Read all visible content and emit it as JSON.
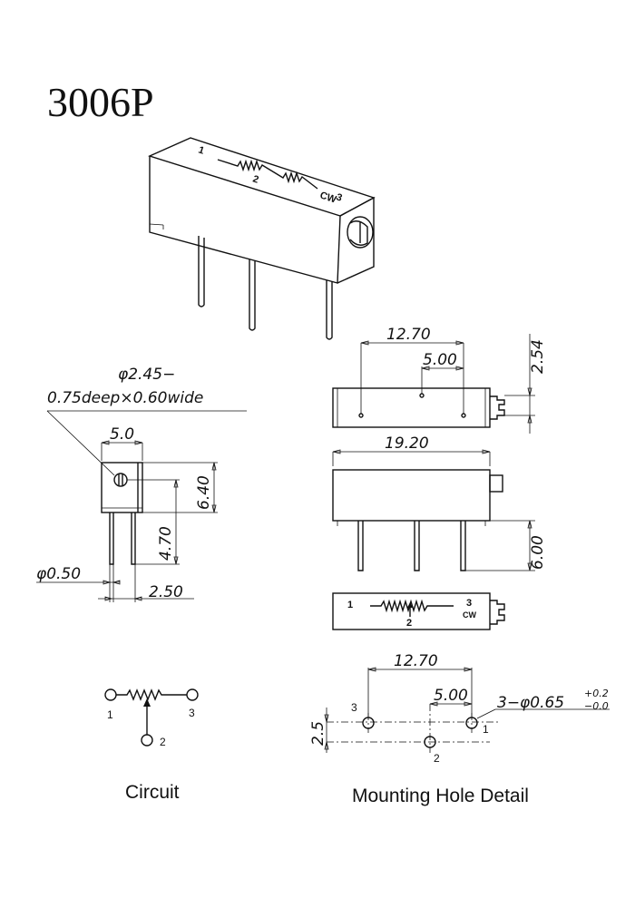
{
  "title": "3006P",
  "captions": {
    "circuit": "Circuit",
    "mounting": "Mounting Hole Detail"
  },
  "dims": {
    "top_span": "12.70",
    "top_pitch": "5.00",
    "top_height": "2.54",
    "side_length": "19.20",
    "side_pin": "6.00",
    "adj_hole_line1": "φ2.45−",
    "adj_hole_line2": "0.75deep×0.60wide",
    "end_width": "5.0",
    "end_height": "6.40",
    "end_pin_height": "4.70",
    "pin_dia": "φ0.50",
    "pin_pitch": "2.50",
    "mount_span": "12.70",
    "mount_pitch": "5.00",
    "mount_offset": "2.5",
    "mount_hole": "3−φ0.65",
    "mount_tol_plus": "+0.2",
    "mount_tol_minus": "−0.0"
  },
  "pins": {
    "p1": "1",
    "p2": "2",
    "p3": "3",
    "cw": "CW"
  }
}
